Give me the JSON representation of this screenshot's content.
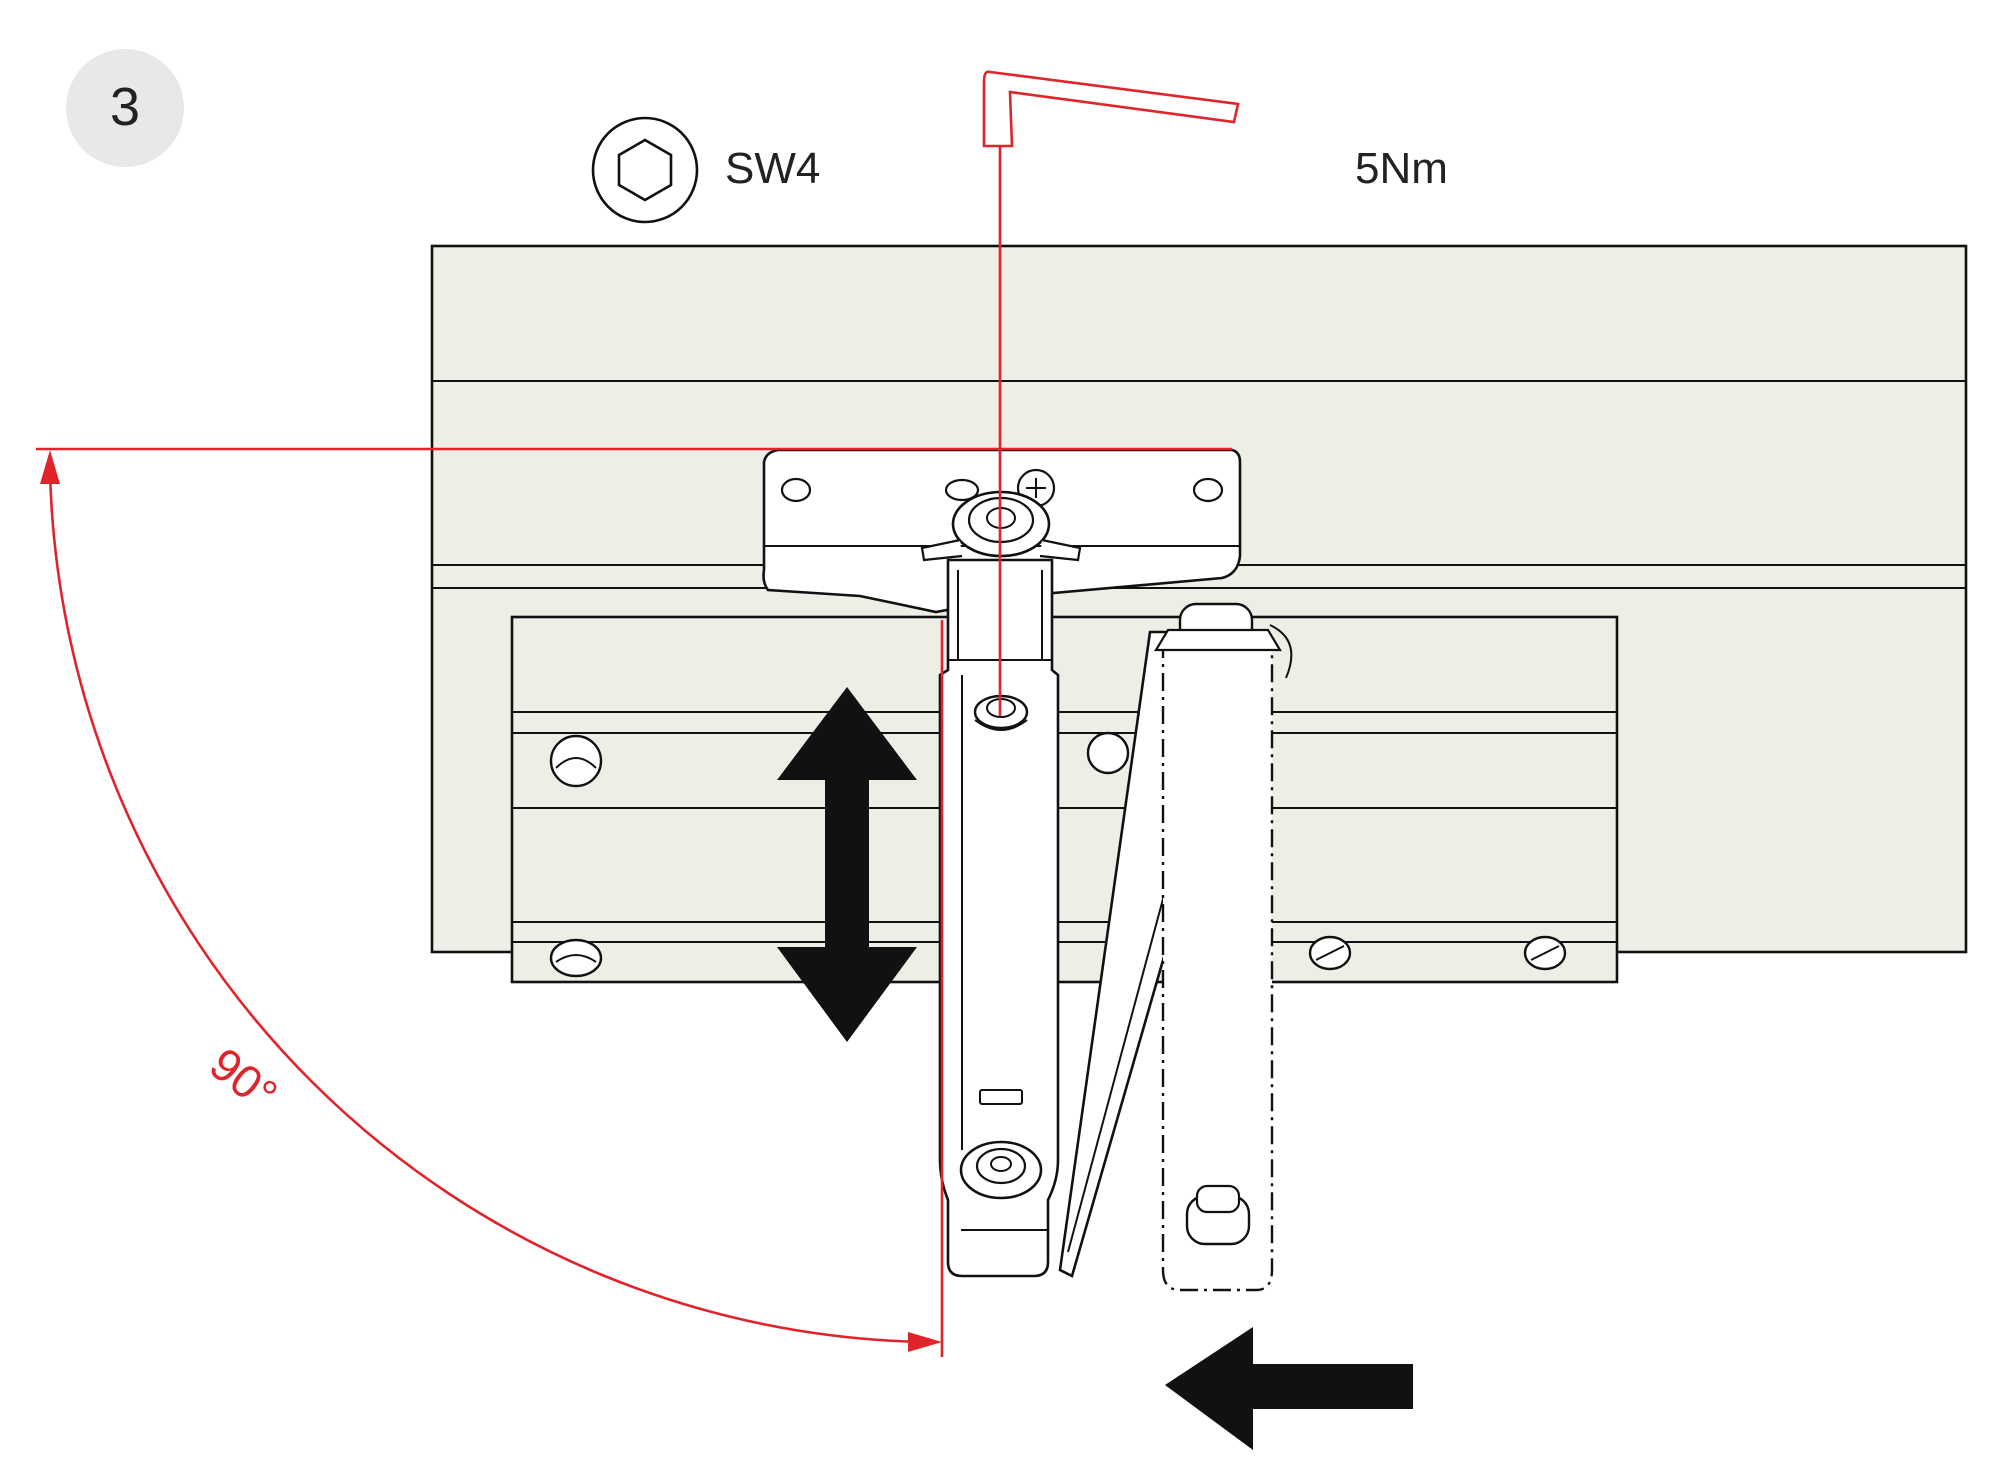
{
  "step": {
    "number": "3"
  },
  "hex_key": {
    "size_label": "SW4",
    "icon": "hex-socket-icon"
  },
  "torque": {
    "label": "5Nm"
  },
  "angle": {
    "label": "90°"
  },
  "colors": {
    "accent_red": "#e0242b",
    "panel_fill": "#eeede6",
    "ink": "#111111",
    "step_badge": "#e8e8e8"
  },
  "icons": [
    "hex-socket-icon",
    "allen-key-icon",
    "up-down-arrow-icon",
    "left-arrow-icon"
  ]
}
